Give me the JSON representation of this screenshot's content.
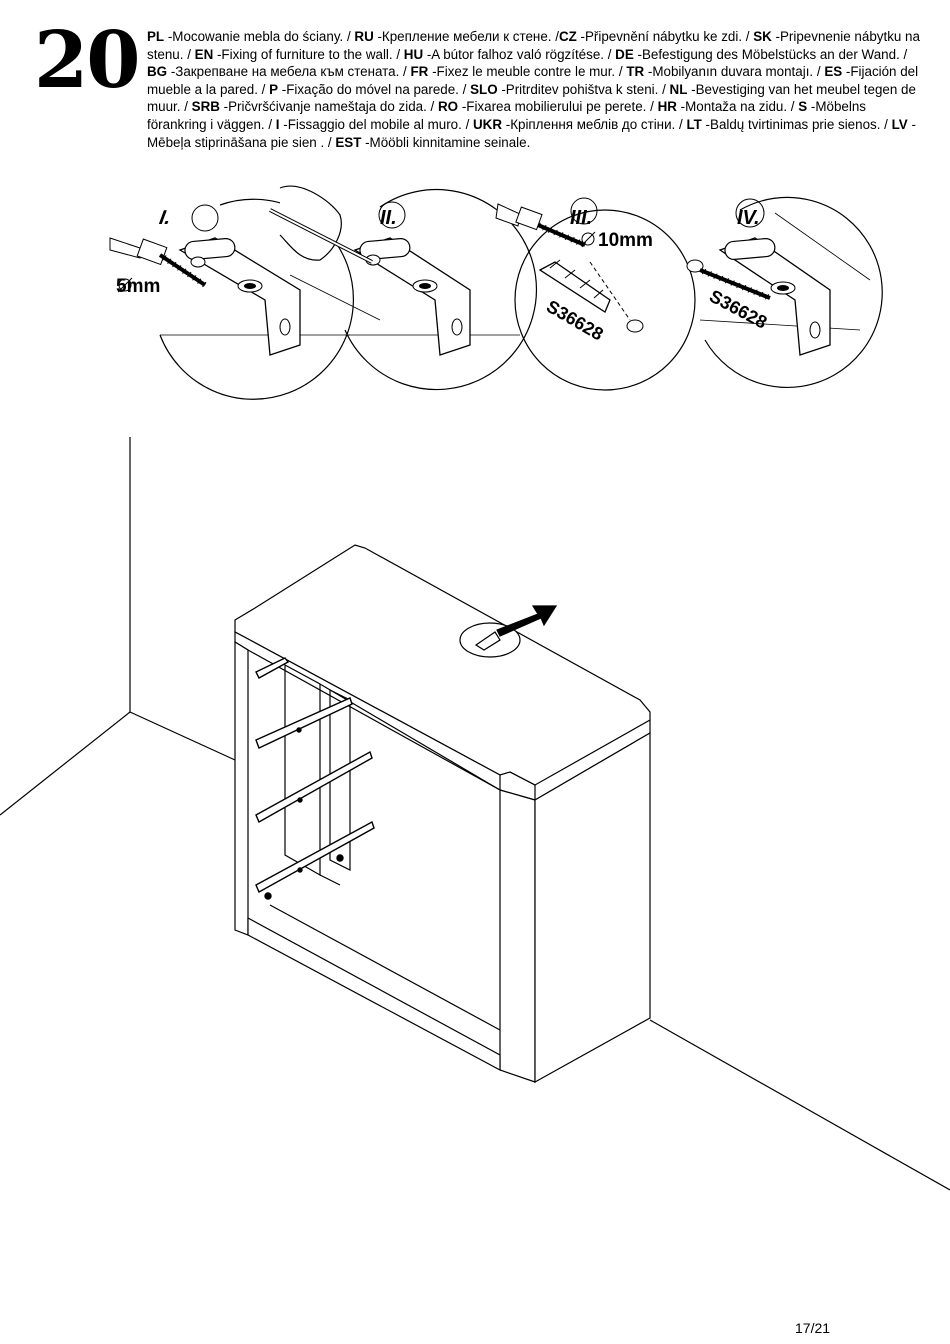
{
  "step": "20",
  "instructions": [
    {
      "code": "PL",
      "text": " -Mocowanie mebla do ściany. / "
    },
    {
      "code": "RU",
      "text": " -Крепление мебели к стене. /"
    },
    {
      "code": "CZ",
      "text": " -Připevnění nábytku ke zdi. / "
    },
    {
      "code": "SK",
      "text": " -Pripevnenie nábytku na stenu. / "
    },
    {
      "code": "EN",
      "text": " -Fixing of furniture to the wall. / "
    },
    {
      "code": "HU",
      "text": " -A bútor falhoz való rögzítése. / "
    },
    {
      "code": "DE",
      "text": " -Befestigung des Möbelstücks an der Wand. / "
    },
    {
      "code": "BG",
      "text": " -Закрепване на мебела към стената. / "
    },
    {
      "code": "FR",
      "text": " -Fixez le meuble contre le mur. / "
    },
    {
      "code": "TR",
      "text": " -Mobilyanın duvara montajı. / "
    },
    {
      "code": "ES",
      "text": " -Fijación del mueble a la pared. / "
    },
    {
      "code": "P",
      "text": " -Fixação do móvel na parede. / "
    },
    {
      "code": "SLO",
      "text": " -Pritrditev pohištva k steni. / "
    },
    {
      "code": "NL",
      "text": " -Bevestiging van het meubel tegen de muur. / "
    },
    {
      "code": "SRB",
      "text": " -Pričvršćivanje nameštaja do zida. / "
    },
    {
      "code": "RO",
      "text": " -Fixarea mobilierului pe perete. / "
    },
    {
      "code": "HR",
      "text": " -Montaža na zidu. / "
    },
    {
      "code": "S",
      "text": " -Möbelns förankring i väggen. / "
    },
    {
      "code": "I",
      "text": " -Fissaggio del mobile al muro. / "
    },
    {
      "code": "UKR",
      "text": " -Кріплення меблів до стіни. / "
    },
    {
      "code": "LT",
      "text": " -Baldų tvirtinimas prie sienos. / "
    },
    {
      "code": "LV",
      "text": " -Mēbeļa stiprināšana pie sien            . / "
    },
    {
      "code": "EST",
      "text": " -Mööbli kinnitamine seinale."
    }
  ],
  "details": [
    {
      "label": "I."
    },
    {
      "label": "II."
    },
    {
      "label": "III."
    },
    {
      "label": "IV."
    }
  ],
  "dimensions": {
    "drill_small": "5mm",
    "drill_large": "10mm"
  },
  "part_code": "S36628",
  "page": "17/21"
}
